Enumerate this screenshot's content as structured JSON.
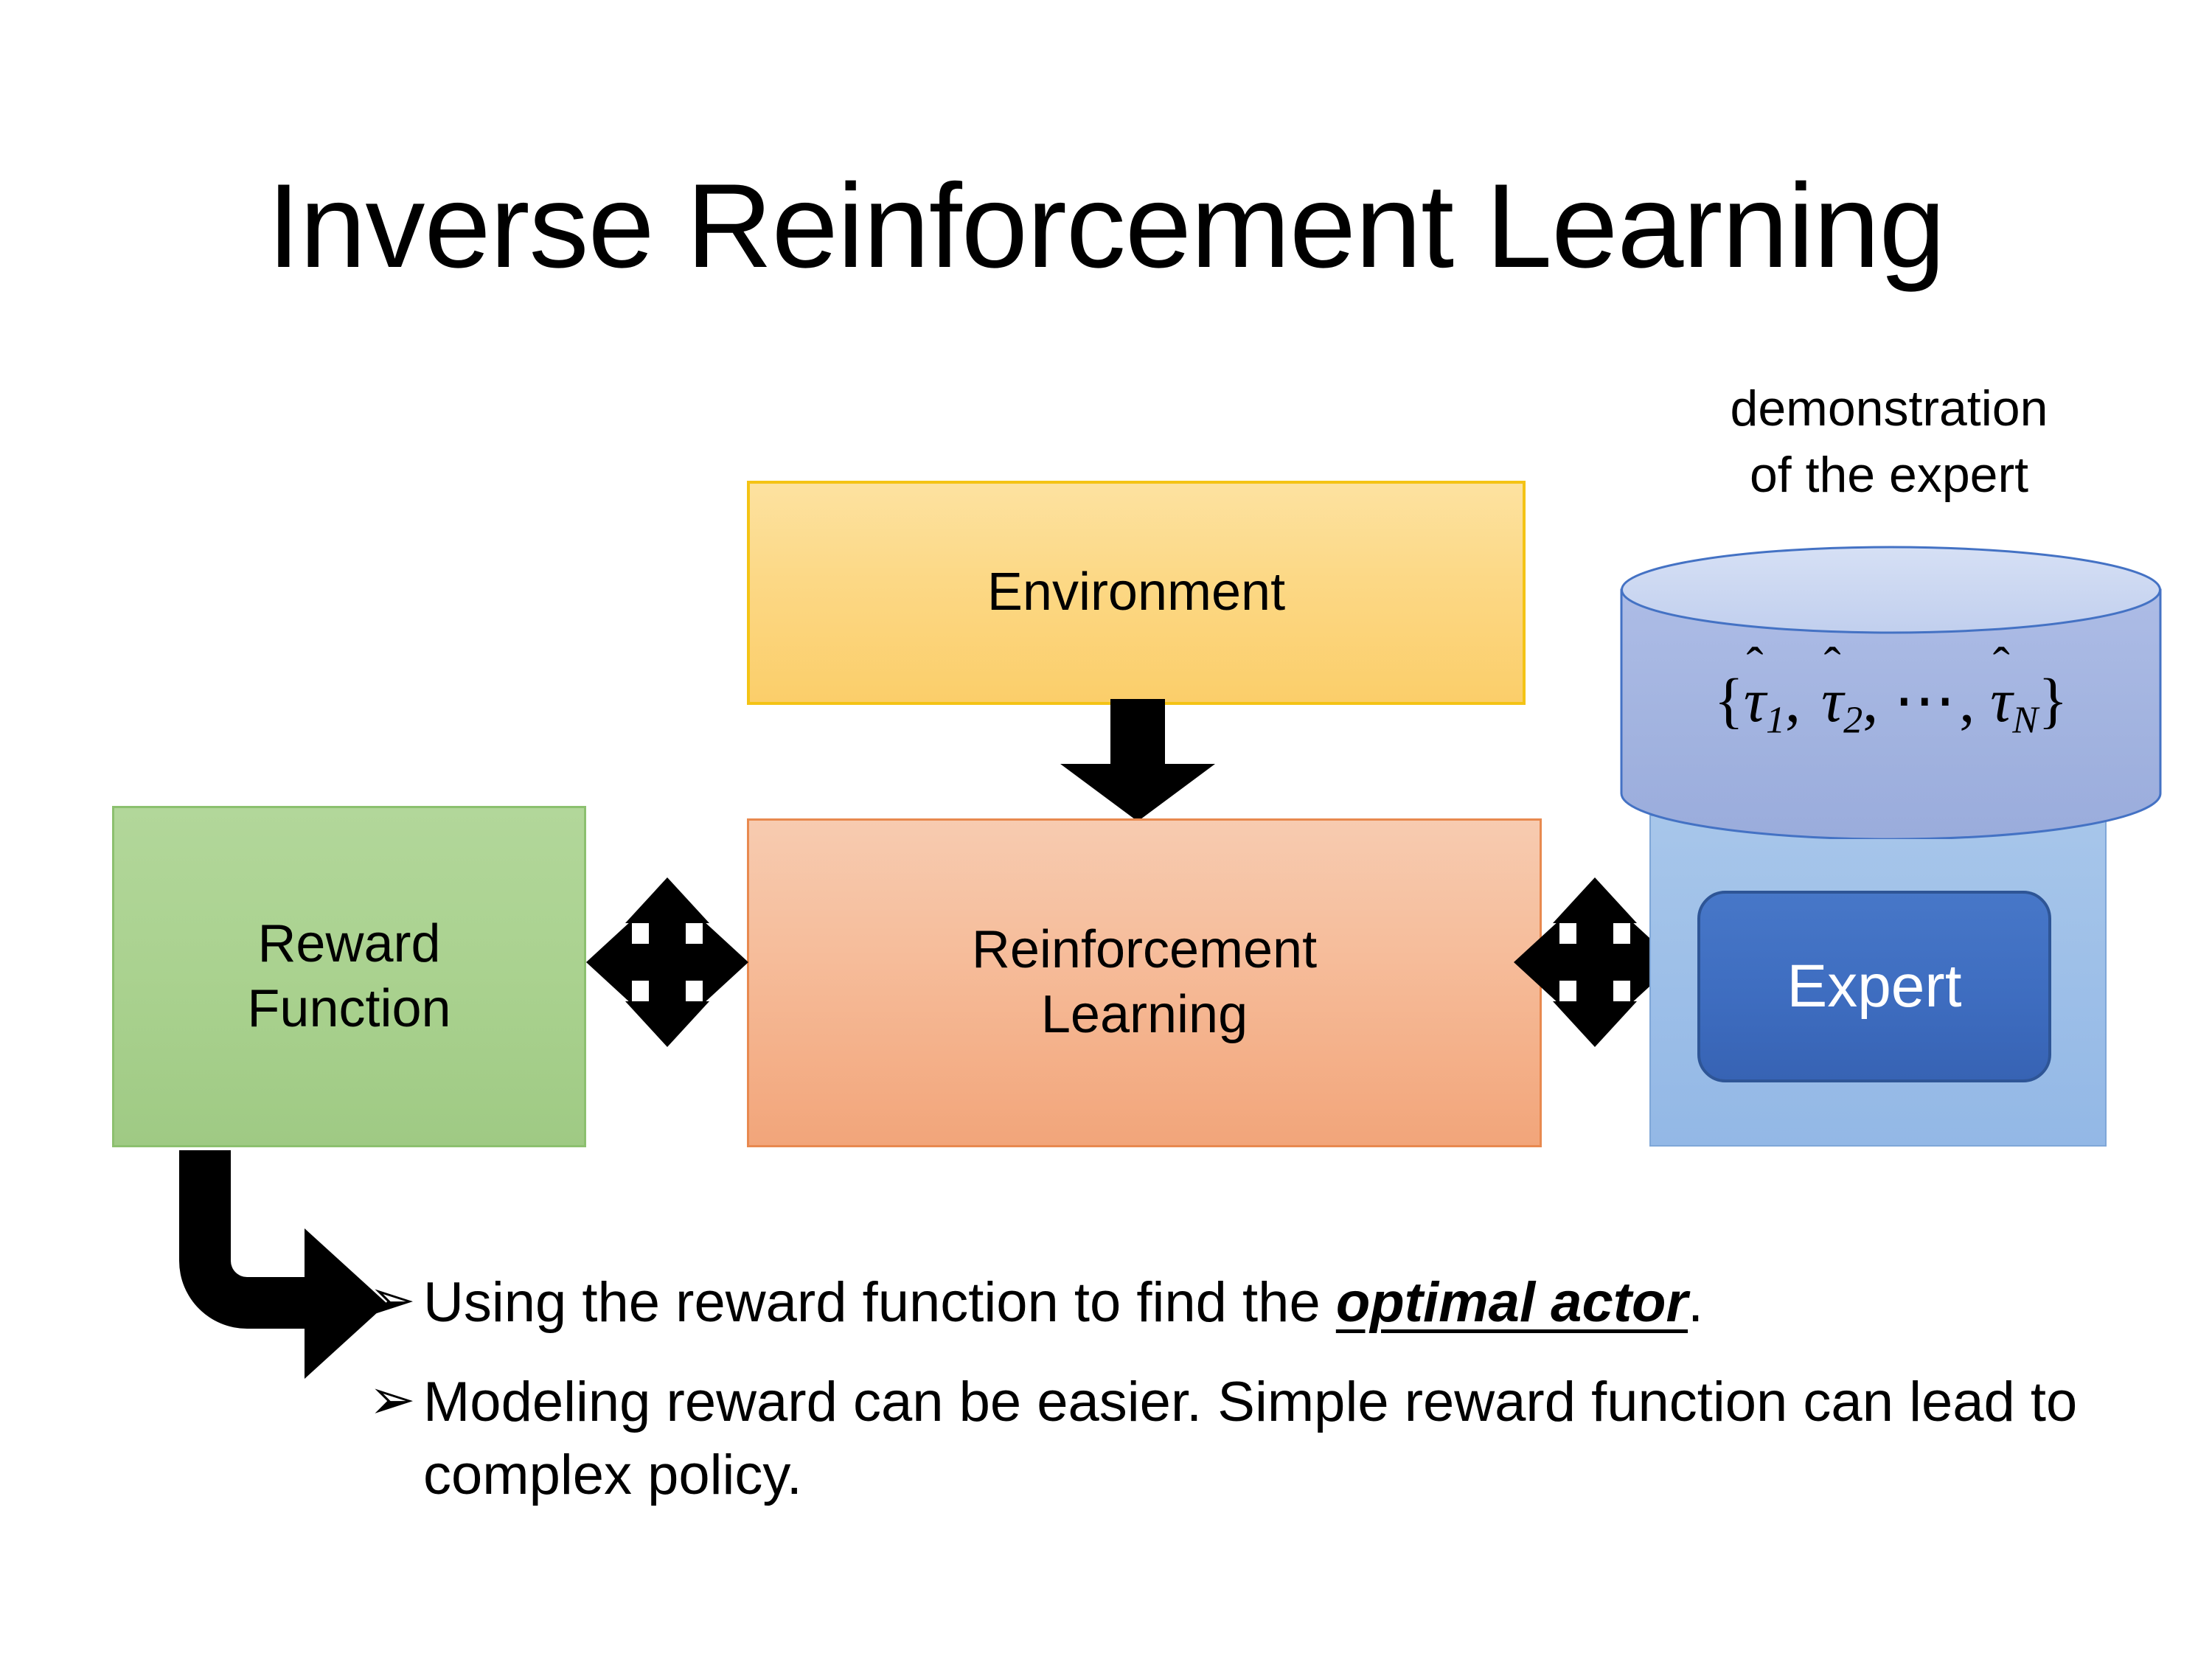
{
  "slide": {
    "title": "Inverse Reinforcement Learning",
    "background_color": "#FFFFFF"
  },
  "diagram": {
    "environment": {
      "label": "Environment",
      "fill_top": "#FDE2A0",
      "fill_bottom": "#FBCE6A",
      "border_color": "#F4C315"
    },
    "reinforcement_learning": {
      "label_line1": "Reinforcement",
      "label_line2": "Learning",
      "fill_top": "#F7CBB0",
      "fill_bottom": "#F2A57A",
      "border_color": "#E8894F"
    },
    "reward_function": {
      "label_line1": "Reward",
      "label_line2": "Function",
      "fill_top": "#B2D79A",
      "fill_bottom": "#9FCA84",
      "border_color": "#8CC06F"
    },
    "expert_group": {
      "caption_line1": "demonstration",
      "caption_line2": "of the expert",
      "cylinder": {
        "formula_open_brace": "{",
        "formula_tau1": "τ",
        "formula_hat": "̂",
        "formula_sub1": "1",
        "formula_comma1": ",",
        "formula_tau2": "τ",
        "formula_sub2": "2",
        "formula_comma2": ",",
        "formula_dots": "⋯",
        "formula_comma3": ",",
        "formula_tauN": "τ",
        "formula_subN": "N",
        "formula_close_brace": "}",
        "top_fill": "#CBD7F0",
        "body_fill": "#A3B4E0",
        "stroke": "#4472C4"
      },
      "panel": {
        "fill_top": "#A7C6EA",
        "fill_bottom": "#93B8E6",
        "border_color": "#7FA7D8"
      },
      "expert_button": {
        "label": "Expert",
        "fill_top": "#4777C8",
        "fill_bottom": "#3763B4",
        "border_color": "#2E5596",
        "text_color": "#FFFFFF"
      }
    },
    "connectors": {
      "down_arrow": "down-arrow",
      "left_quad_arrow": "four-way-arrow",
      "right_quad_arrow": "four-way-arrow",
      "bent_arrow": "bent-arrow-down-right",
      "arrow_color": "#000000"
    }
  },
  "bullets": [
    {
      "marker": "➢",
      "text_before": "Using the reward function to find the ",
      "emphasis": "optimal actor",
      "text_after": "."
    },
    {
      "marker": "➢",
      "text_before": "Modeling reward can be easier. Simple reward function can lead to complex policy.",
      "emphasis": "",
      "text_after": ""
    }
  ]
}
